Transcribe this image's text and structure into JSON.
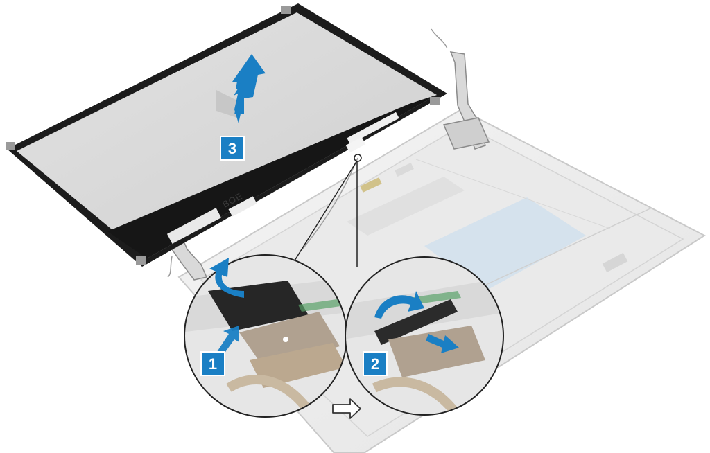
{
  "panel": {
    "brand": "BOE"
  },
  "steps": [
    {
      "label": "1"
    },
    {
      "label": "2"
    },
    {
      "label": "3"
    }
  ],
  "colors": {
    "step_fill": "#1a7fc4",
    "arrow_fill": "#1a7fc4",
    "panel_border": "#1c1c1c",
    "panel_screen": "#d6d6d6",
    "cover": "#ececec",
    "callout_stroke": "#222222"
  }
}
